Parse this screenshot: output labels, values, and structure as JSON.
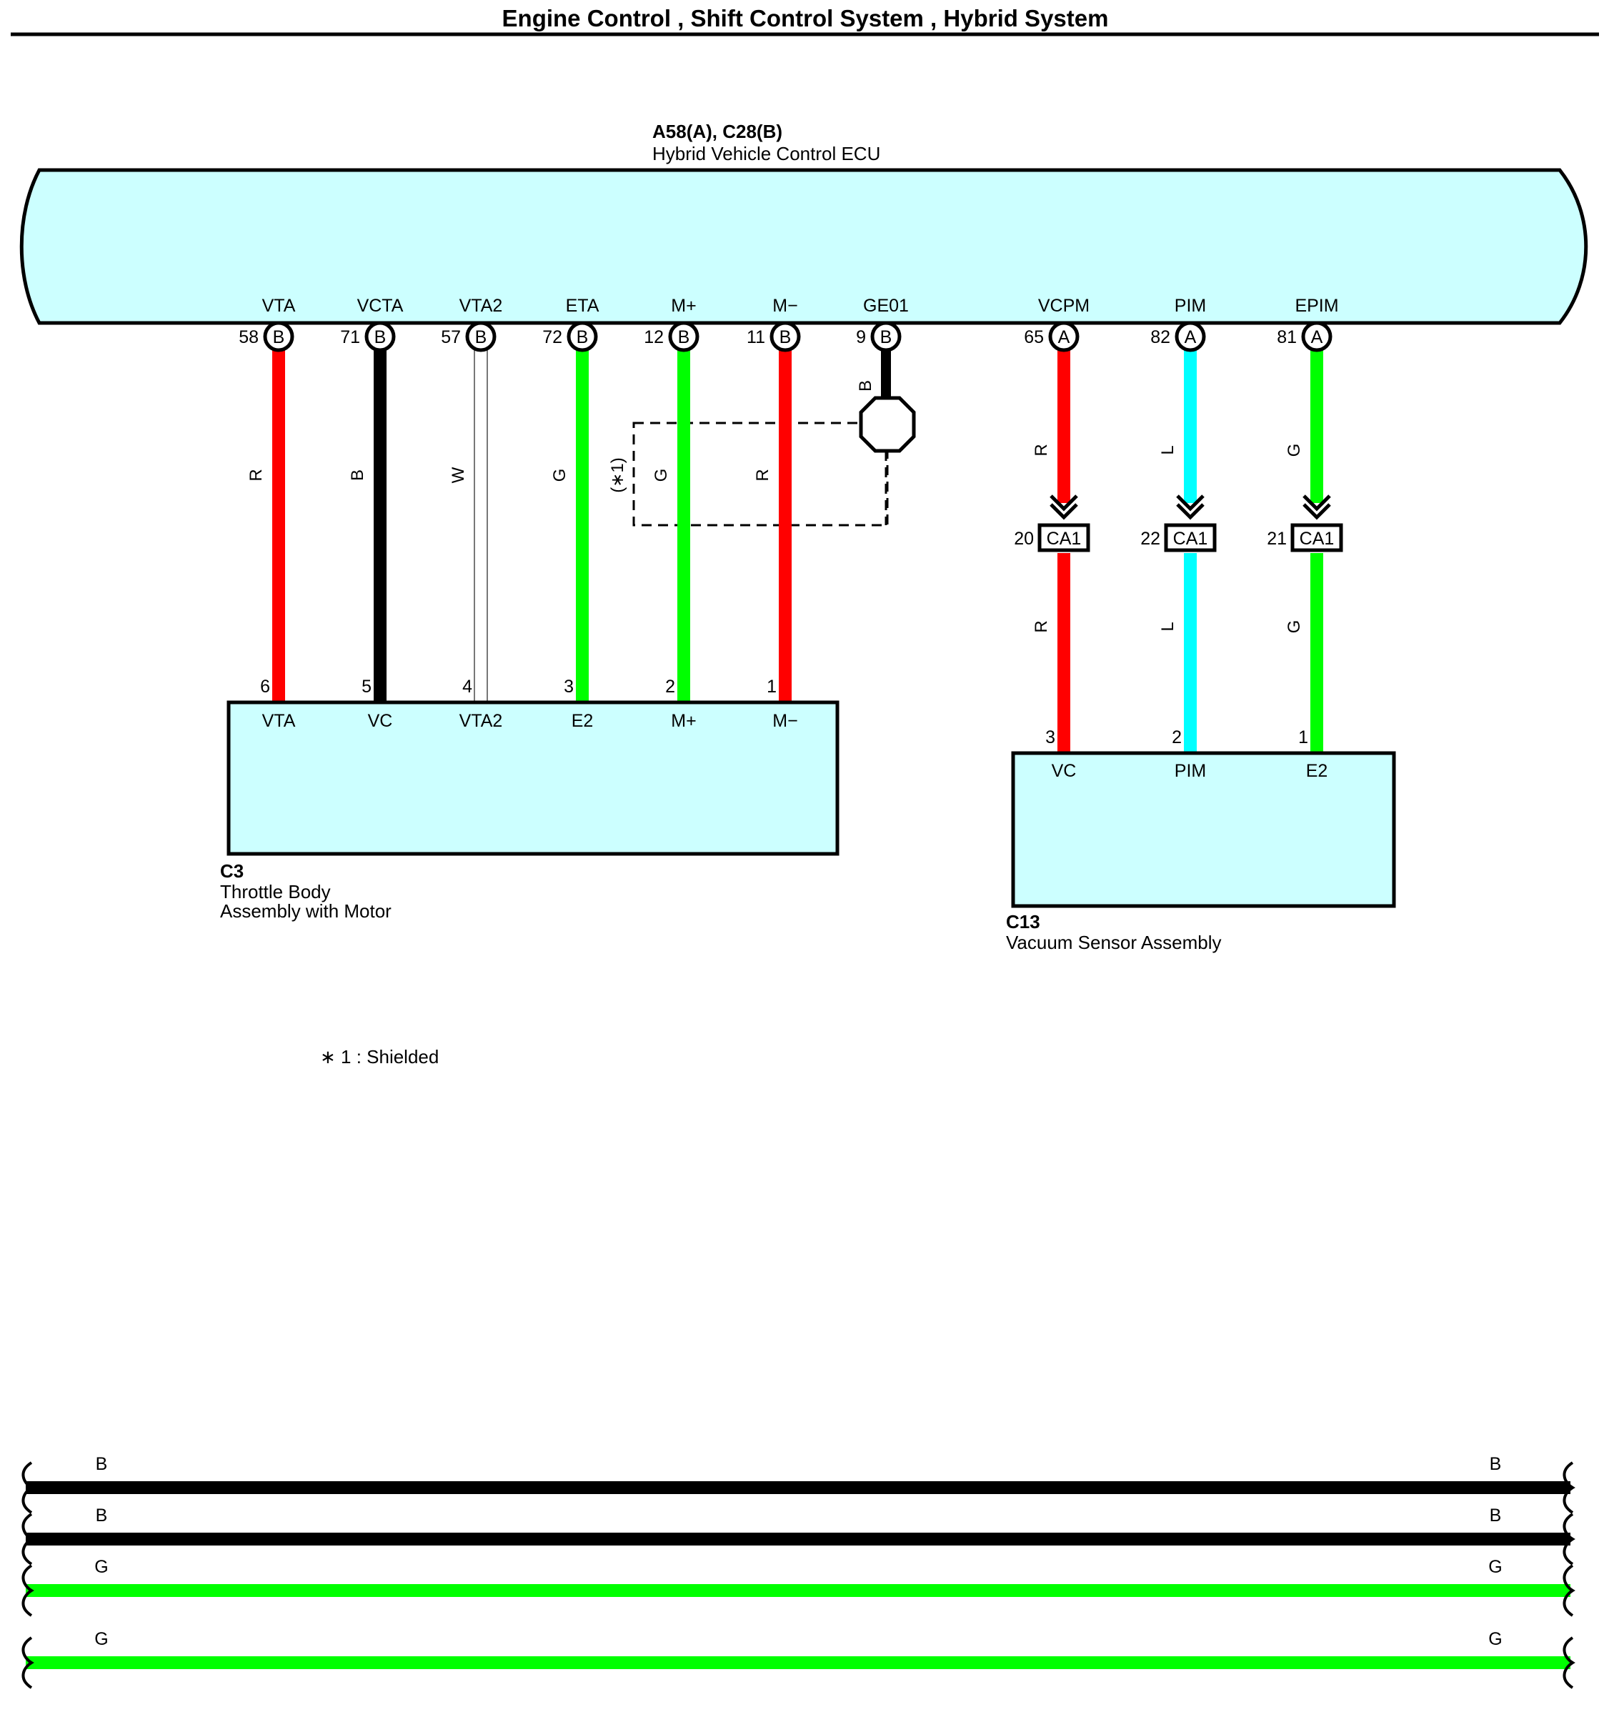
{
  "title": "Engine Control , Shift Control System , Hybrid System",
  "ecu": {
    "code": "A58(A), C28(B)",
    "name": "Hybrid Vehicle Control ECU",
    "fill": "#ccffff",
    "terminals": [
      {
        "name": "VTA",
        "pin": "58",
        "conn": "B"
      },
      {
        "name": "VCTA",
        "pin": "71",
        "conn": "B"
      },
      {
        "name": "VTA2",
        "pin": "57",
        "conn": "B"
      },
      {
        "name": "ETA",
        "pin": "72",
        "conn": "B"
      },
      {
        "name": "M+",
        "pin": "12",
        "conn": "B"
      },
      {
        "name": "M−",
        "pin": "11",
        "conn": "B"
      },
      {
        "name": "GE01",
        "pin": "9",
        "conn": "B"
      },
      {
        "name": "VCPM",
        "pin": "65",
        "conn": "A"
      },
      {
        "name": "PIM",
        "pin": "82",
        "conn": "A"
      },
      {
        "name": "EPIM",
        "pin": "81",
        "conn": "A"
      }
    ]
  },
  "wire_colors": {
    "R": "#ff0000",
    "B": "#000000",
    "W": "#ffffff",
    "G": "#00ff00",
    "L": "#00ffff"
  },
  "wires": [
    {
      "color": "R"
    },
    {
      "color": "B"
    },
    {
      "color": "W"
    },
    {
      "color": "G"
    },
    {
      "color": "G"
    },
    {
      "color": "R"
    },
    {
      "color": "B"
    },
    {
      "color": "R"
    },
    {
      "color": "L"
    },
    {
      "color": "G"
    }
  ],
  "shield_note_ref": "(∗1)",
  "throttle": {
    "code": "C3",
    "name_line1": "Throttle Body",
    "name_line2": "Assembly with Motor",
    "pins": [
      {
        "num": "6",
        "name": "VTA"
      },
      {
        "num": "5",
        "name": "VC"
      },
      {
        "num": "4",
        "name": "VTA2"
      },
      {
        "num": "3",
        "name": "E2"
      },
      {
        "num": "2",
        "name": "M+"
      },
      {
        "num": "1",
        "name": "M−"
      }
    ]
  },
  "junction": {
    "label": "CA1",
    "pins": [
      "20",
      "22",
      "21"
    ]
  },
  "vacuum": {
    "code": "C13",
    "name": "Vacuum Sensor Assembly",
    "pins": [
      {
        "num": "3",
        "name": "VC"
      },
      {
        "num": "2",
        "name": "PIM"
      },
      {
        "num": "1",
        "name": "E2"
      }
    ]
  },
  "footnote": "∗ 1 : Shielded",
  "continuation_wires": [
    {
      "color": "B"
    },
    {
      "color": "B"
    },
    {
      "color": "G"
    },
    {
      "color": "G"
    }
  ]
}
